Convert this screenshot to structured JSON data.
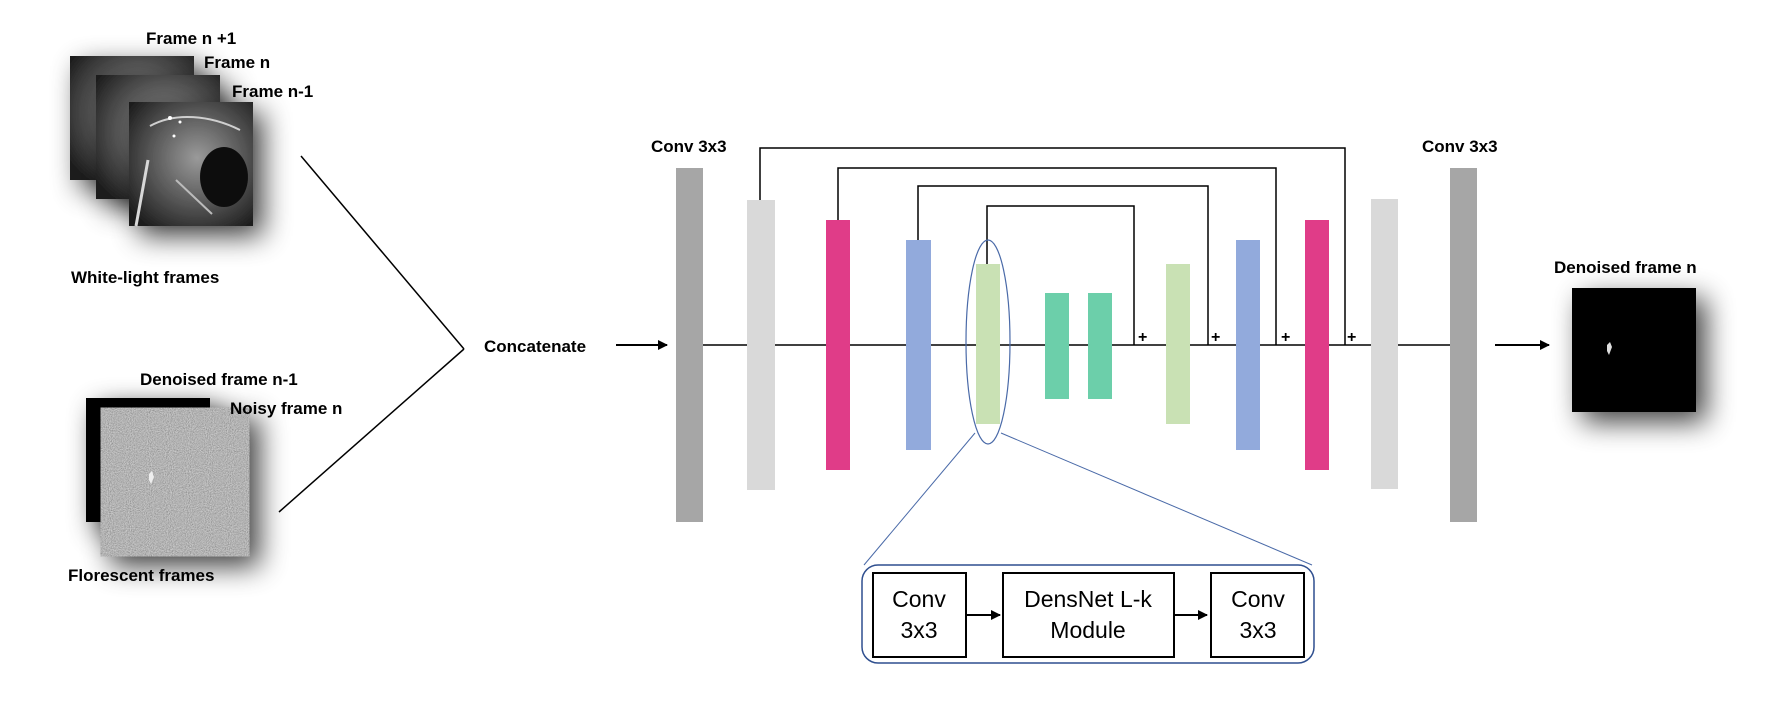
{
  "white_light": {
    "frame_next_label": "Frame n +1",
    "frame_current_label": "Frame n",
    "frame_prev_label": "Frame n-1",
    "group_label": "White-light frames"
  },
  "fluorescent": {
    "denoised_prev_label": "Denoised frame n-1",
    "noisy_current_label": "Noisy frame n",
    "group_label": "Florescent frames"
  },
  "concatenate_label": "Concatenate",
  "conv_left_label": "Conv 3x3",
  "conv_right_label": "Conv 3x3",
  "output_label": "Denoised frame n",
  "plus_symbol": "+",
  "colors": {
    "dark_gray": "#a6a6a6",
    "light_gray": "#d9d9d9",
    "pink": "#e03c88",
    "blue": "#92aadc",
    "light_green": "#c9e1b4",
    "teal": "#6ccfaa",
    "detail_border": "#2f4f8f"
  },
  "detail": {
    "conv_a": [
      "Conv",
      "3x3"
    ],
    "densenet": [
      "DensNet L-k",
      "Module"
    ],
    "conv_b": [
      "Conv",
      "3x3"
    ]
  }
}
